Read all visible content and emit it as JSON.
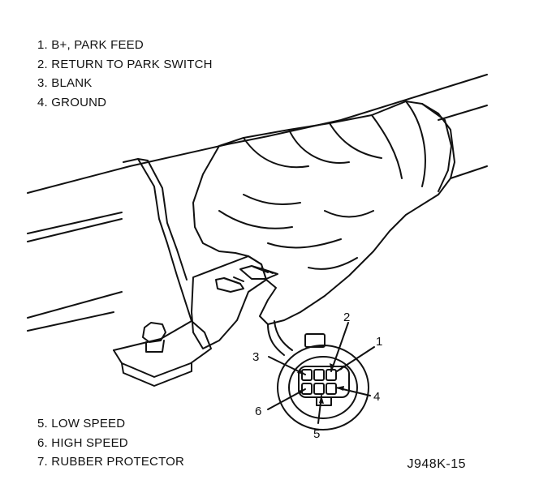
{
  "legend_top": [
    {
      "num": "1.",
      "label": "B+, PARK FEED"
    },
    {
      "num": "2.",
      "label": "RETURN TO PARK SWITCH"
    },
    {
      "num": "3.",
      "label": "BLANK"
    },
    {
      "num": "4.",
      "label": "GROUND"
    }
  ],
  "legend_bottom": [
    {
      "num": "5.",
      "label": "LOW SPEED"
    },
    {
      "num": "6.",
      "label": "HIGH SPEED"
    },
    {
      "num": "7.",
      "label": "RUBBER PROTECTOR"
    }
  ],
  "callouts": {
    "c1": "1",
    "c2": "2",
    "c3": "3",
    "c4": "4",
    "c5": "5",
    "c6": "6"
  },
  "figure_id": "J948K-15"
}
